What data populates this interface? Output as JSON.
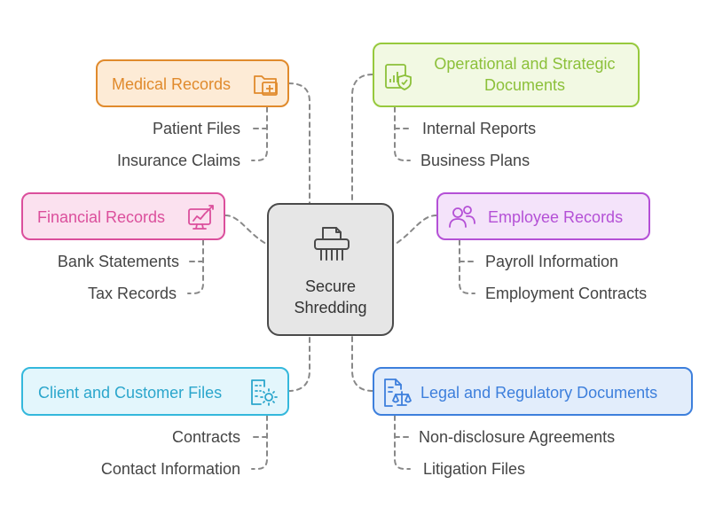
{
  "center": {
    "lines": [
      "Secure",
      "Shredding"
    ],
    "icon": "shredder-icon"
  },
  "categories": [
    {
      "id": "medical",
      "label": "Medical Records",
      "icon": "medical-folder-icon",
      "accent": "#e08a2c",
      "fill": "#fdebd6",
      "text_color": "#e08a2c",
      "items": [
        "Patient Files",
        "Insurance Claims"
      ]
    },
    {
      "id": "operational",
      "label_lines": [
        "Operational and Strategic",
        "Documents"
      ],
      "icon": "shield-chart-icon",
      "accent": "#97c93d",
      "fill": "#f2f9e3",
      "text_color": "#8cc03a",
      "items": [
        "Internal Reports",
        "Business Plans"
      ]
    },
    {
      "id": "financial",
      "label": "Financial Records",
      "icon": "financial-monitor-icon",
      "accent": "#db4f9c",
      "fill": "#fbe1ef",
      "text_color": "#db4f9c",
      "items": [
        "Bank Statements",
        "Tax Records"
      ]
    },
    {
      "id": "employee",
      "label": "Employee Records",
      "icon": "people-icon",
      "accent": "#b450d6",
      "fill": "#f4e3fa",
      "text_color": "#b450d6",
      "items": [
        "Payroll Information",
        "Employment Contracts"
      ]
    },
    {
      "id": "client",
      "label": "Client and Customer Files",
      "icon": "document-gear-icon",
      "accent": "#34b8dc",
      "fill": "#e3f6fc",
      "text_color": "#2ba6cc",
      "items": [
        "Contracts",
        "Contact Information"
      ]
    },
    {
      "id": "legal",
      "label": "Legal and Regulatory Documents",
      "icon": "legal-document-icon",
      "accent": "#3d7fdc",
      "fill": "#e2edfb",
      "text_color": "#3d7fdc",
      "items": [
        "Non-disclosure Agreements",
        "Litigation Files"
      ]
    }
  ]
}
